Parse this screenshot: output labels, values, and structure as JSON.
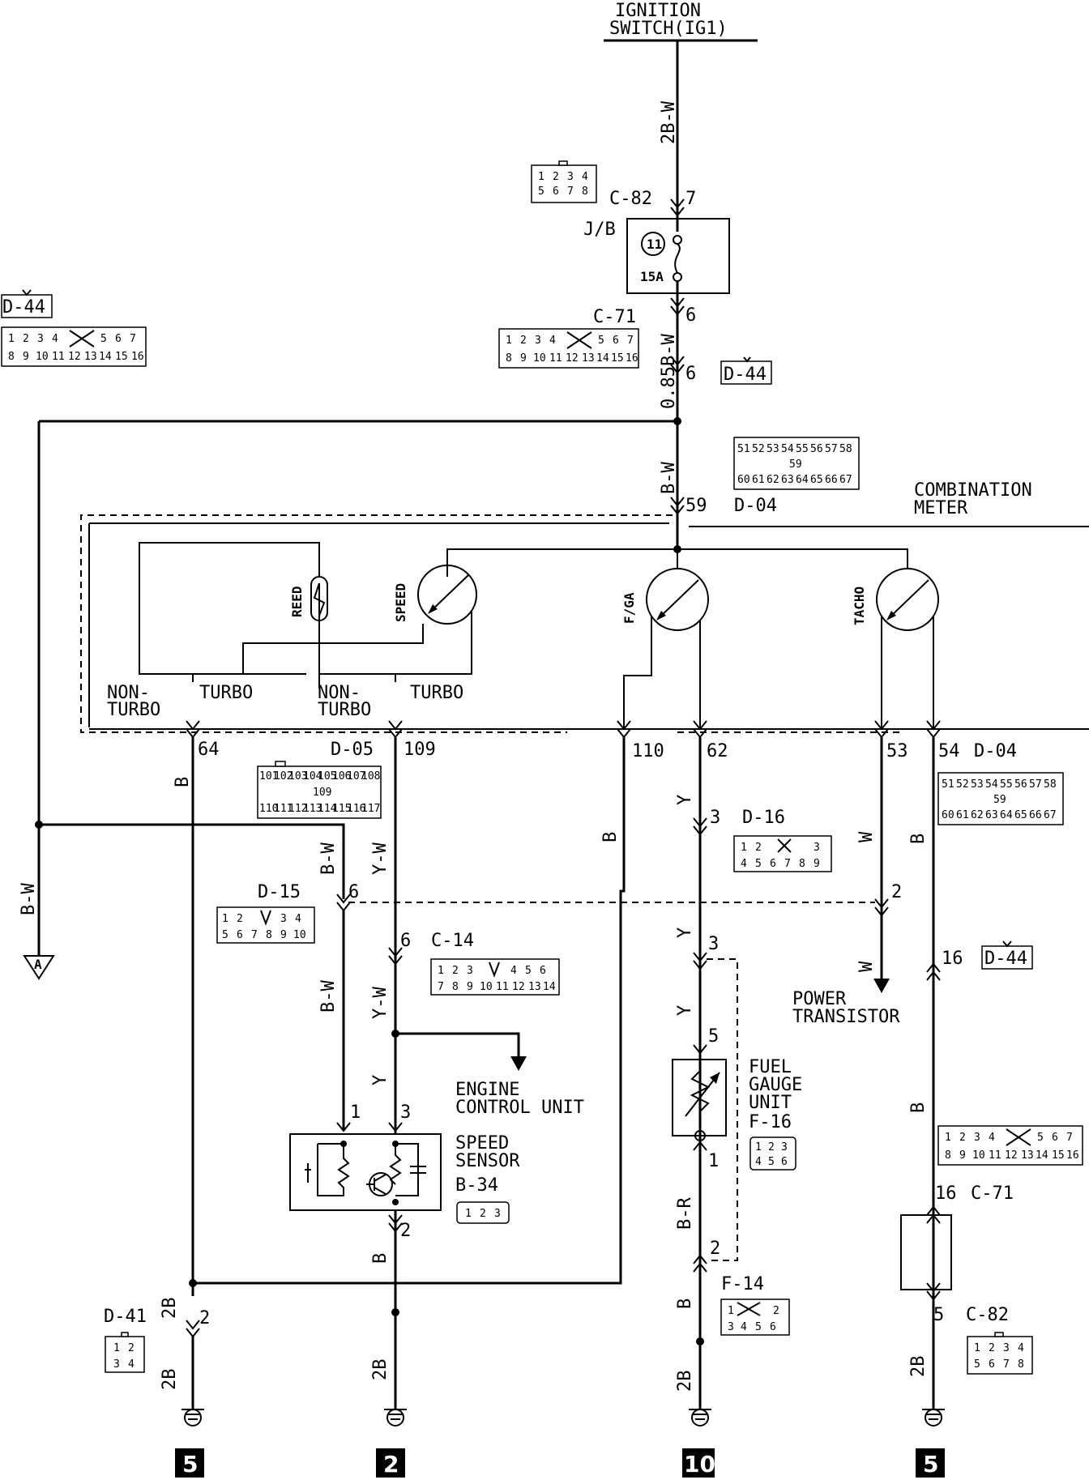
{
  "source": {
    "line1": "IGNITION",
    "line2": "SWITCH(IG1)"
  },
  "wires": {
    "top": "2B-W",
    "mid": "0.85B-W",
    "lower": "B-W",
    "left": "B-W",
    "ch1": "B",
    "ch1_gnd": "2B",
    "ch1_gnd2": "2B",
    "ch2_bw": "B-W",
    "ch2_bw2": "B-W",
    "ch3_yw": "Y-W",
    "ch3_yw2": "Y-W",
    "ch3_y": "Y",
    "ch3_b": "B",
    "ch3_gnd": "2B",
    "ch4": "B",
    "ch5_y": "Y",
    "ch5_y2": "Y",
    "ch5_y3": "Y",
    "ch5_br": "B-R",
    "ch5_b": "B",
    "ch5_gnd": "2B",
    "ch6_w": "W",
    "ch6_w2": "W",
    "ch7_b": "B",
    "ch7_b2": "B",
    "ch7_gnd": "2B"
  },
  "connectors": {
    "c82_top": {
      "label": "C-82",
      "pin": "7",
      "cells": [
        "1",
        "2",
        "3",
        "4",
        "5",
        "6",
        "7",
        "8"
      ]
    },
    "jb": {
      "label": "J/B",
      "fuse_no": "11",
      "fuse_rating": "15A"
    },
    "c71_top": {
      "label": "C-71",
      "pin": "6",
      "cells": [
        "1",
        "2",
        "3",
        "4",
        "5",
        "6",
        "7",
        "8",
        "9",
        "10",
        "11",
        "12",
        "13",
        "14",
        "15",
        "16"
      ]
    },
    "d44_pin": "6",
    "d44_a": "D-44",
    "d44_b": "D-44",
    "d44_c": "D-44",
    "d44_cells": [
      "1",
      "2",
      "3",
      "4",
      "5",
      "6",
      "7",
      "8",
      "9",
      "10",
      "11",
      "12",
      "13",
      "14",
      "15",
      "16"
    ],
    "d04": {
      "label": "D-04",
      "pin": "59",
      "cells_top": [
        "51",
        "52",
        "53",
        "54",
        "55",
        "56",
        "57",
        "58"
      ],
      "mid": "59",
      "cells_bot": [
        "60",
        "61",
        "62",
        "63",
        "64",
        "65",
        "66",
        "67"
      ]
    },
    "d05": {
      "label": "D-05",
      "pins": [
        "64",
        "109"
      ],
      "cells_top": [
        "101",
        "102",
        "103",
        "104",
        "105",
        "106",
        "107",
        "108"
      ],
      "mid": "109",
      "cells_bot": [
        "110",
        "111",
        "112",
        "113",
        "114",
        "115",
        "116",
        "117"
      ]
    },
    "d04_lower": {
      "pins": [
        "110",
        "62",
        "53",
        "54"
      ],
      "label": "D-04"
    },
    "d16": {
      "label": "D-16",
      "pin": "3",
      "cells": [
        "1",
        "2",
        "3",
        "4",
        "5",
        "6",
        "7",
        "8",
        "9"
      ]
    },
    "d15": {
      "label": "D-15",
      "pin": "6",
      "cells": [
        "1",
        "2",
        "3",
        "4",
        "5",
        "6",
        "7",
        "8",
        "9",
        "10"
      ]
    },
    "c14": {
      "label": "C-14",
      "pin": "6",
      "cells": [
        "1",
        "2",
        "3",
        "4",
        "5",
        "6",
        "7",
        "8",
        "9",
        "10",
        "11",
        "12",
        "13",
        "14"
      ]
    },
    "f16": {
      "label": "F-16",
      "pins": [
        "3",
        "5",
        "1"
      ],
      "cells": [
        "1",
        "2",
        "3",
        "4",
        "5",
        "6"
      ]
    },
    "b34": {
      "label": "B-34",
      "pins": [
        "1",
        "3",
        "2"
      ],
      "cells": [
        "1",
        "2",
        "3"
      ]
    },
    "f14": {
      "label": "F-14",
      "pin": "2",
      "cells": [
        "1",
        "2",
        "3",
        "4",
        "5",
        "6"
      ]
    },
    "d41": {
      "label": "D-41",
      "pin": "2",
      "cells": [
        "1",
        "2",
        "3",
        "4"
      ]
    },
    "w_pin": "2",
    "d44_lower_pin": "16",
    "c71_lower": {
      "label": "C-71",
      "pin": "16"
    },
    "c82_lower": {
      "label": "C-82",
      "pin": "5"
    }
  },
  "meter": {
    "title1": "COMBINATION",
    "title2": "METER",
    "reed": "REED",
    "speed": "SPEED",
    "fga": "F/GA",
    "tacho": "TACHO",
    "nonturbo1a": "NON-",
    "nonturbo1b": "TURBO",
    "turbo1": "TURBO",
    "nonturbo2a": "NON-",
    "nonturbo2b": "TURBO",
    "turbo2": "TURBO"
  },
  "components": {
    "ecu1": "ENGINE",
    "ecu2": "CONTROL UNIT",
    "ss1": "SPEED",
    "ss2": "SENSOR",
    "fg1": "FUEL",
    "fg2": "GAUGE",
    "fg3": "UNIT",
    "pt1": "POWER",
    "pt2": "TRANSISTOR",
    "offpage": "A"
  },
  "grounds": [
    "5",
    "2",
    "10",
    "5"
  ]
}
